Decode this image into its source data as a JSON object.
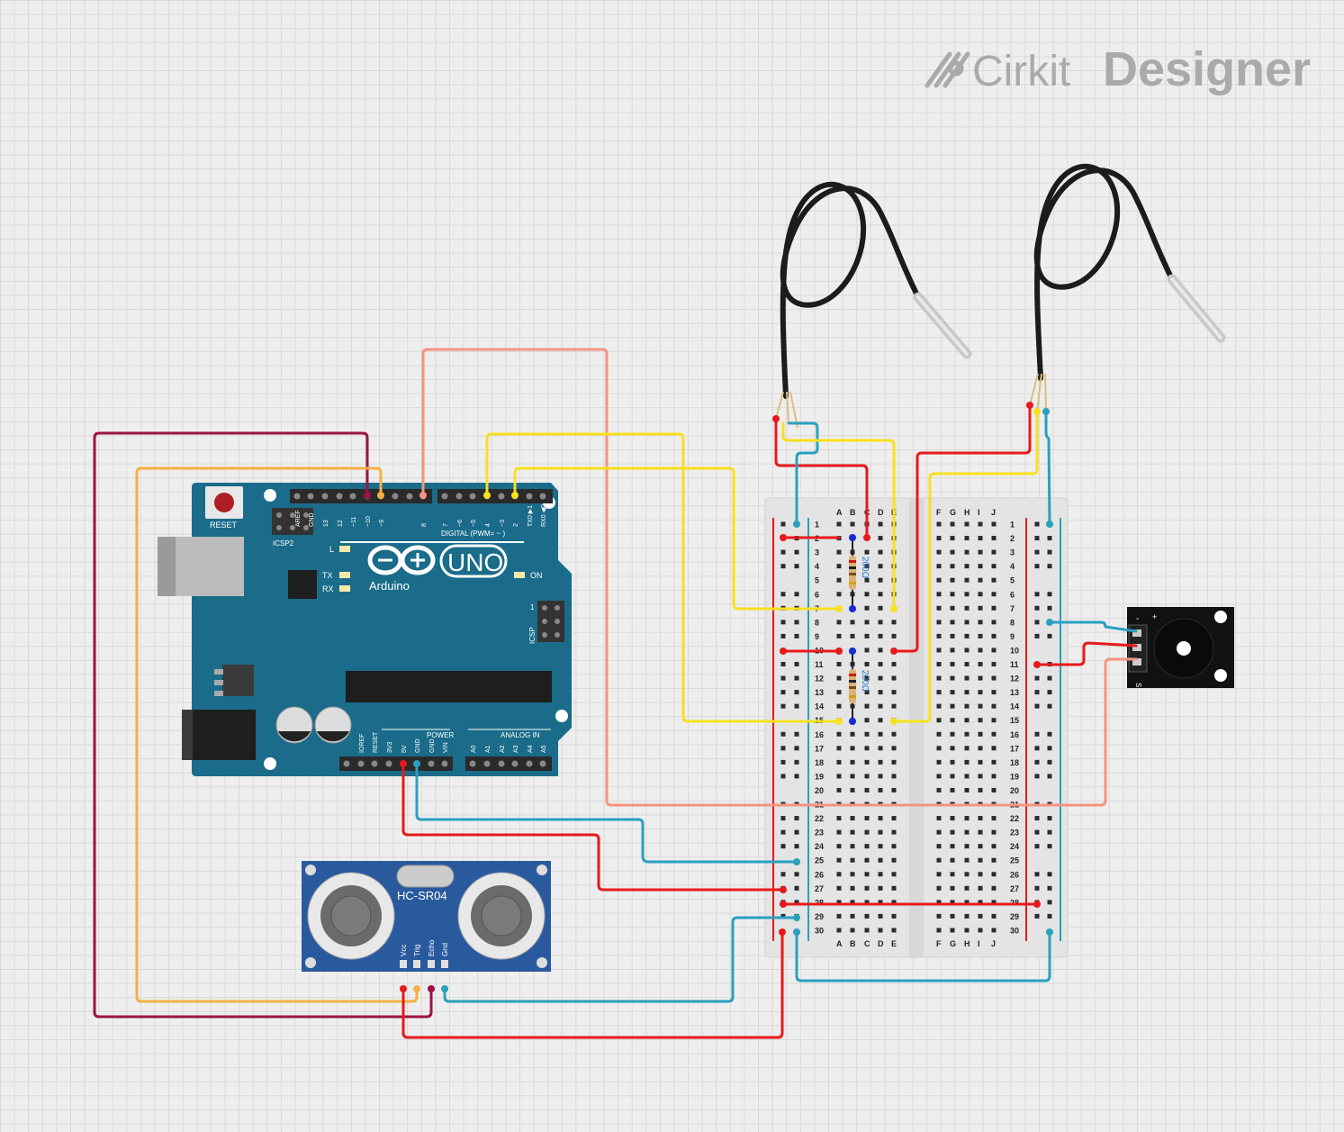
{
  "brand": {
    "name_light": "Cirkit",
    "name_bold": "Designer"
  },
  "arduino": {
    "reset": "RESET",
    "icsp2": "ICSP2",
    "icsp": "ICSP",
    "logo_text": "Arduino",
    "model": "UNO",
    "digital": "DIGITAL (PWM= ~ )",
    "led_l": "L",
    "led_tx": "TX",
    "led_rx": "RX",
    "led_on": "ON",
    "power": "POWER",
    "analog": "ANALOG IN",
    "digital_pins": [
      "AREF",
      "GND",
      "13",
      "12",
      "~11",
      "~10",
      "~9",
      "8",
      "7",
      "~6",
      "~5",
      "4",
      "~3",
      "2",
      "TX0 ▶1",
      "RX0 ◀0"
    ],
    "power_pins": [
      "IOREF",
      "RESET",
      "3V3",
      "5V",
      "GND",
      "GND",
      "VIN"
    ],
    "analog_pins": [
      "A0",
      "A1",
      "A2",
      "A3",
      "A4",
      "A5"
    ],
    "icsp_one": "1"
  },
  "sensor": {
    "model": "HC-SR04",
    "pins": [
      "Vcc",
      "Trig",
      "Echo",
      "Gnd"
    ]
  },
  "breadboard": {
    "cols_left": [
      "A",
      "B",
      "C",
      "D",
      "E"
    ],
    "cols_right": [
      "F",
      "G",
      "H",
      "I",
      "J"
    ],
    "rows": 30
  },
  "resistors": [
    {
      "label": "200Ω"
    },
    {
      "label": "200Ω"
    }
  ],
  "buzzer": {
    "plus": "+",
    "minus": "-",
    "s": "S"
  },
  "colors": {
    "arduino": "#1a6c8a",
    "sensor": "#2a5a9e",
    "wire_red": "#e8191b",
    "wire_blue": "#2aa0be",
    "wire_yellow": "#f7e021",
    "wire_orange": "#f5b042",
    "wire_maroon": "#9a1246",
    "wire_salmon": "#f59480"
  }
}
